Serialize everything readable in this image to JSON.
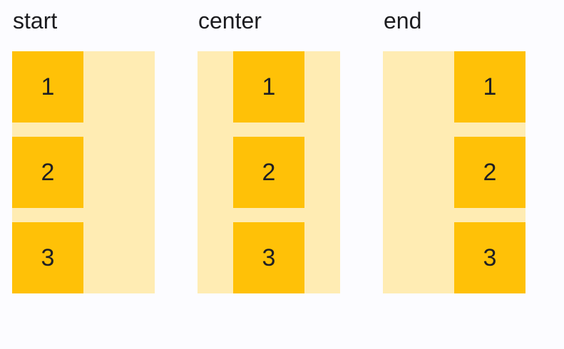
{
  "page": {
    "background_color": "#FCFCFF"
  },
  "colors": {
    "item_fill": "#FFC107",
    "container_fill": "#FFECB3",
    "label_text": "#1C1C1F"
  },
  "demos": [
    {
      "label": "start",
      "alignment": "start",
      "items": {
        "first": "1",
        "second": "2",
        "third": "3"
      }
    },
    {
      "label": "center",
      "alignment": "center",
      "items": {
        "first": "1",
        "second": "2",
        "third": "3"
      }
    },
    {
      "label": "end",
      "alignment": "end",
      "items": {
        "first": "1",
        "second": "2",
        "third": "3"
      }
    }
  ]
}
